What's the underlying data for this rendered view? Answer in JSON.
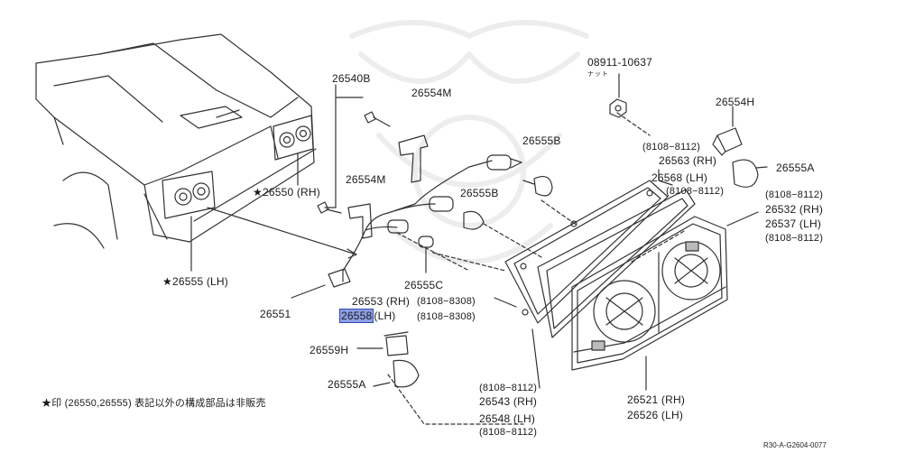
{
  "labels": {
    "nut_part": "08911-10637",
    "nut_text": "ナット",
    "p26540b": "26540B",
    "p26554m_top": "26554M",
    "p26555b_top": "26555B",
    "p26554h": "26554H",
    "p26563": "26563 (RH)",
    "p26568": "26568 (LH)",
    "date_8108_8112_a": "(8108−8112)",
    "date_8108_8112_b": "(8108−8112)",
    "p26555a_right": "26555A",
    "date_8108_8112_c": "(8108−8112)",
    "p26532": "26532 (RH)",
    "p26537": "26537 (LH)",
    "date_8108_8112_d": "(8108−8112)",
    "p26550": "★26550 (RH)",
    "p26554m_mid": "26554M",
    "p26555b_mid": "26555B",
    "p26555_lh": "★26555 (LH)",
    "p26555c": "26555C",
    "p26553": "26553 (RH)",
    "date_8108_8308_a": "(8108−8308)",
    "p26558_num": "26558",
    "p26558_side": "(LH)",
    "date_8108_8308_b": "(8108−8308)",
    "p26551": "26551",
    "p26559h": "26559H",
    "p26555a_bottom": "26555A",
    "date_8108_8112_e": "(8108−8112)",
    "p26543": "26543 (RH)",
    "p26548": "26548 (LH)",
    "date_8108_8112_f": "(8108−8112)",
    "p26521": "26521 (RH)",
    "p26526": "26526 (LH)",
    "footnote": "★印 (26550,26555) 表記以外の構成部品は非販売",
    "diagram_ref": "R30-A-G2604-0077"
  },
  "colors": {
    "line": "#333333",
    "highlight": "#8e9fe6",
    "highlight_border": "#3048b0",
    "watermark": "#ececec"
  }
}
